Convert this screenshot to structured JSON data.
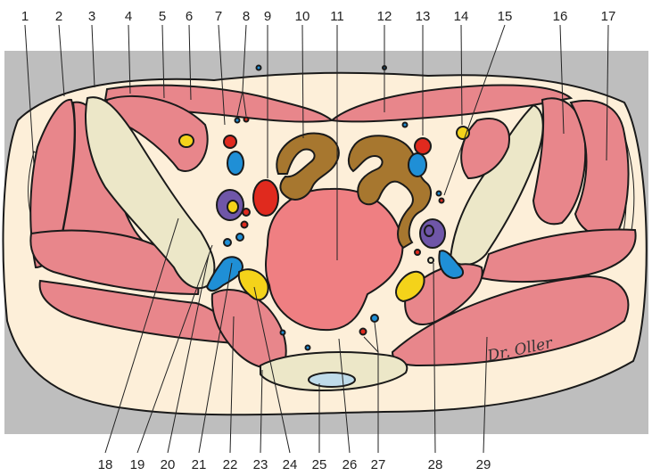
{
  "labels_top": [
    "1",
    "2",
    "3",
    "4",
    "5",
    "6",
    "7",
    "8",
    "9",
    "10",
    "11",
    "12",
    "13",
    "14",
    "15",
    "16",
    "17"
  ],
  "labels_bottom": [
    "18",
    "19",
    "20",
    "21",
    "22",
    "23",
    "24",
    "25",
    "26",
    "27",
    "28",
    "29"
  ],
  "signature": "Dr. Oller",
  "colors": {
    "background_band": "#bebebe",
    "body_fill": "#fdefd9",
    "muscle": "#e8868b",
    "muscle_light": "#f1a9ab",
    "organ": "#ef7f82",
    "bone": "#ece7c8",
    "bowel": "#a7772f",
    "artery": "#e02a1e",
    "vein": "#1f8fd6",
    "nerve": "#f4d31a",
    "ureter": "#6f56a8",
    "fluid": "#bfdcea",
    "grey_membrane": "#9fb3c4"
  }
}
